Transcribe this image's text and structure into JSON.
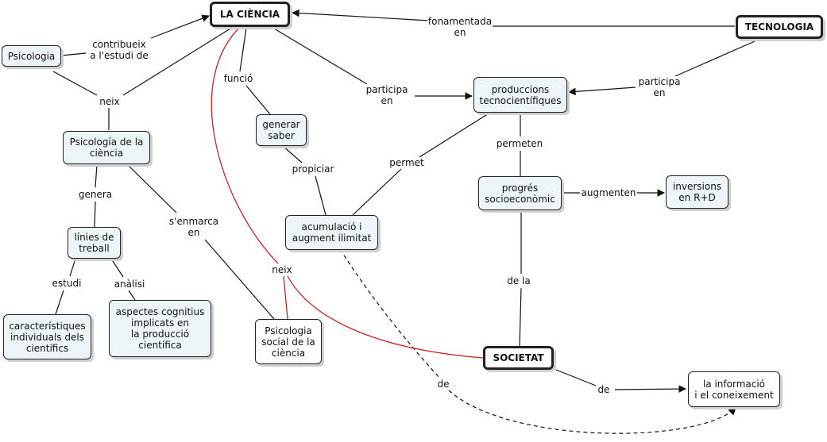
{
  "nodes": {
    "ciencia": "LA CIÈNCIA",
    "tecnologia": "TECNOLOGIA",
    "psicologia": "Psicologia",
    "psic_ciencia": "Psicología de la\nciència",
    "generar_saber": "generar\nsaber",
    "produccions": "produccions\ntecnocientífiques",
    "linies": "línies de\ntreball",
    "acumulacio": "acumulació i\naugment ilimitat",
    "progres": "progrés\nsocioeconòmic",
    "inversions": "inversions\nen R+D",
    "caracteristiques": "característiques\nindividuals dels\ncientífics",
    "aspectes": "aspectes cognitius\nimplicats en\nla producció\ncientífica",
    "psic_social": "Psicologia\nsocial de la\nciència",
    "societat": "SOCIETAT",
    "informacio": "la informació\ni el coneixement"
  },
  "links": {
    "contribueix": "contribueix\na l'estudi de",
    "neix_1": "neix",
    "funcio": "funció",
    "participa_1": "participa\nen",
    "fonamentada": "fonamentada\nen",
    "participa_2": "participa\nen",
    "permeten": "permeten",
    "permet": "permet",
    "propiciar": "propiciar",
    "genera": "genera",
    "senmarca": "s'enmarca\nen",
    "augmenten": "augmenten",
    "estudi": "estudi",
    "analisi": "anàlisi",
    "neix_2": "neix",
    "de_la": "de la",
    "de_1": "de",
    "de_2": "de"
  },
  "colors": {
    "line": "#111111",
    "red_line": "#cc2222",
    "node_fill": "#eef5f8"
  }
}
